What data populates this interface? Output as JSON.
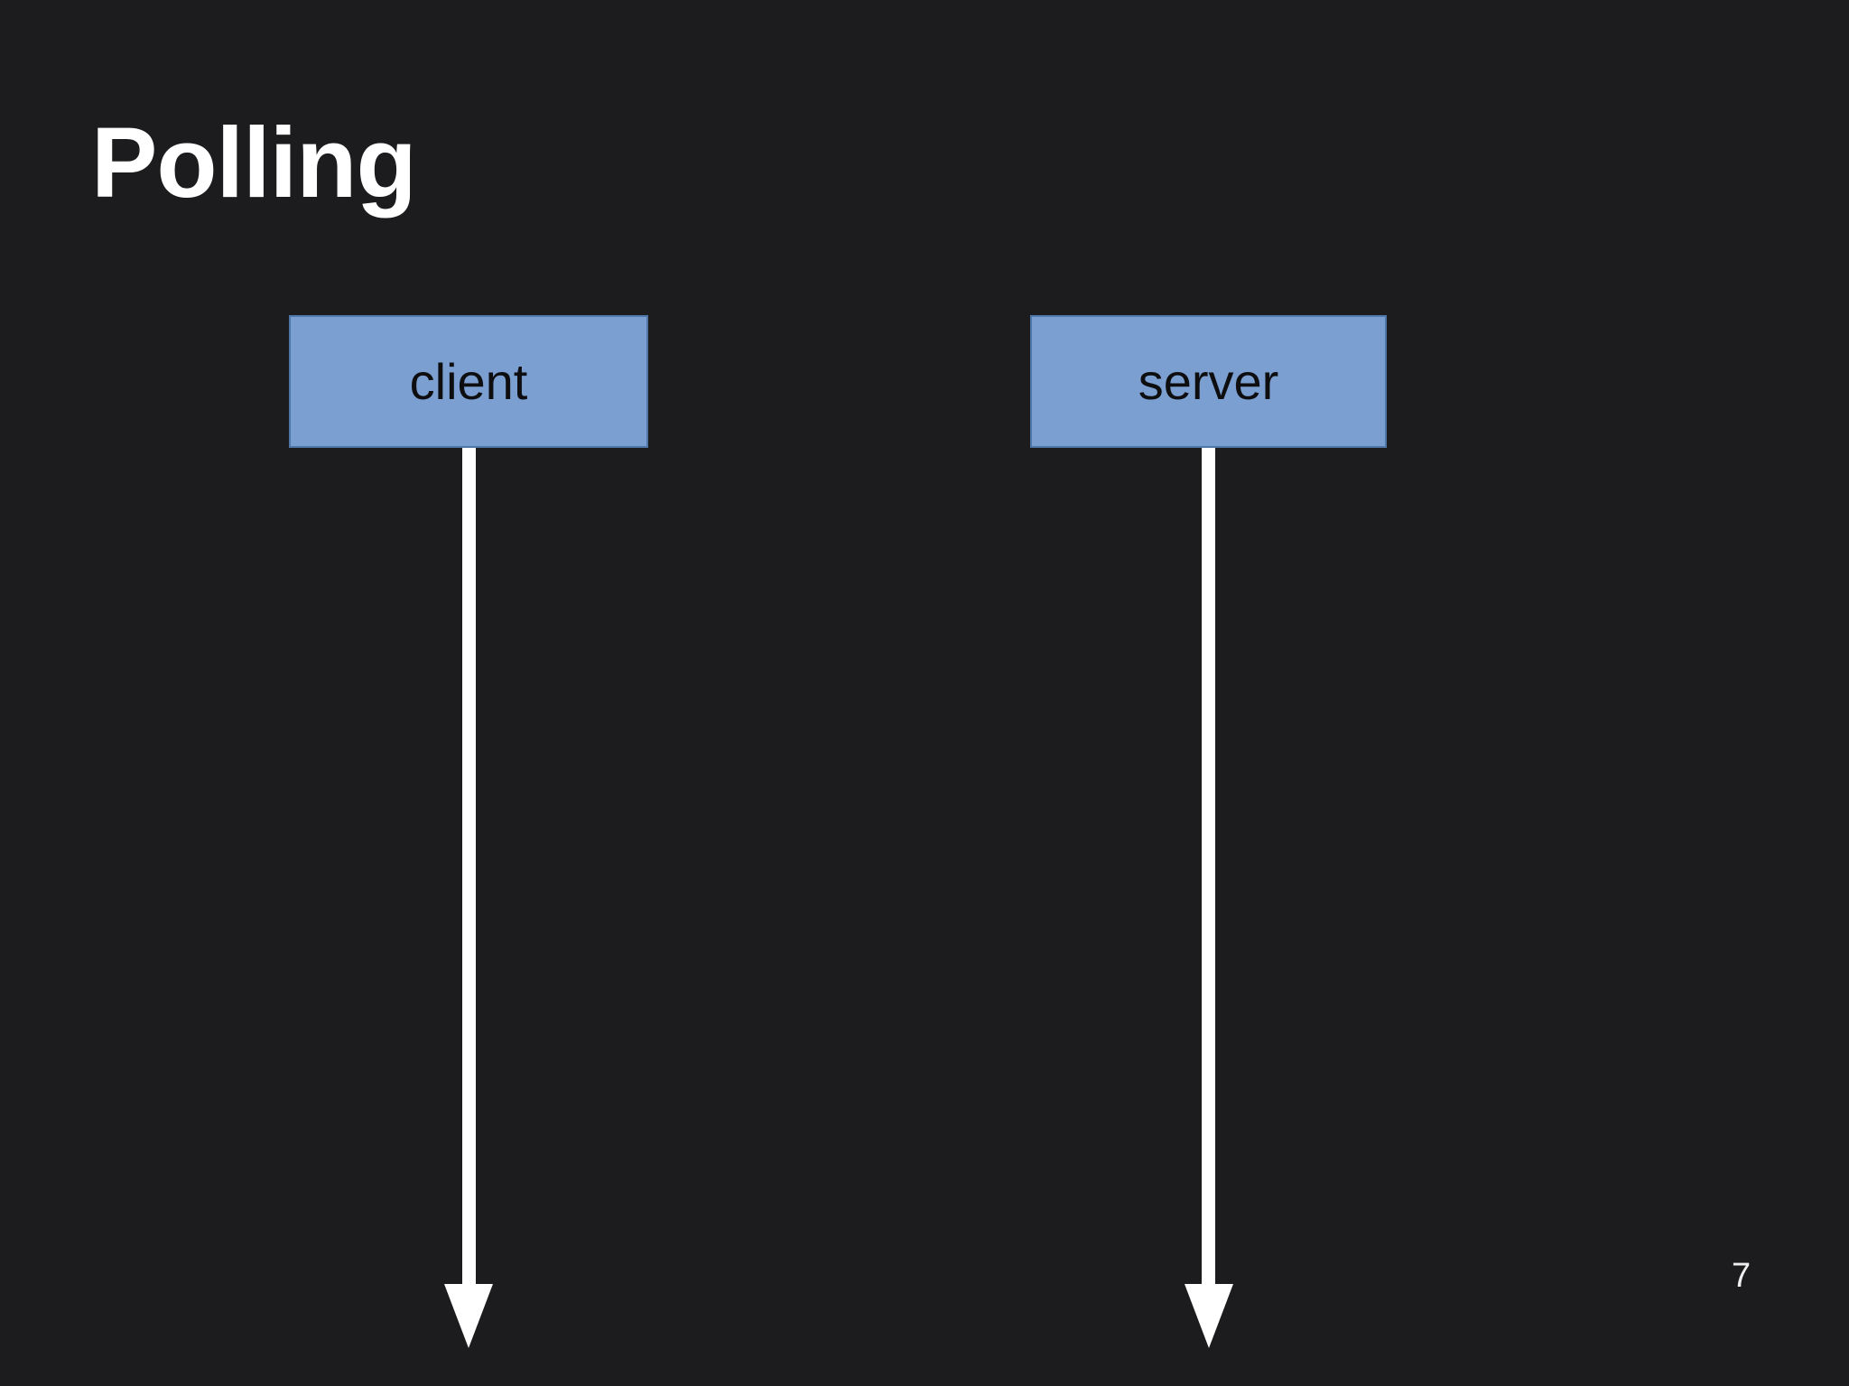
{
  "slide": {
    "title": "Polling",
    "page_number": "7"
  },
  "actors": [
    {
      "label": "client"
    },
    {
      "label": "server"
    }
  ],
  "diagram": {
    "type": "sequence-lifelines",
    "lifelines": [
      {
        "actor": "client",
        "arrow_direction": "down"
      },
      {
        "actor": "server",
        "arrow_direction": "down"
      }
    ]
  },
  "colors": {
    "background": "#1C1C1E",
    "box_fill": "#7A9FD0",
    "box_border": "#4F77A8",
    "box_text": "#0E0E10",
    "arrow": "#FFFFFF",
    "title_text": "#FFFFFF",
    "page_number_text": "#EFEFEF"
  }
}
